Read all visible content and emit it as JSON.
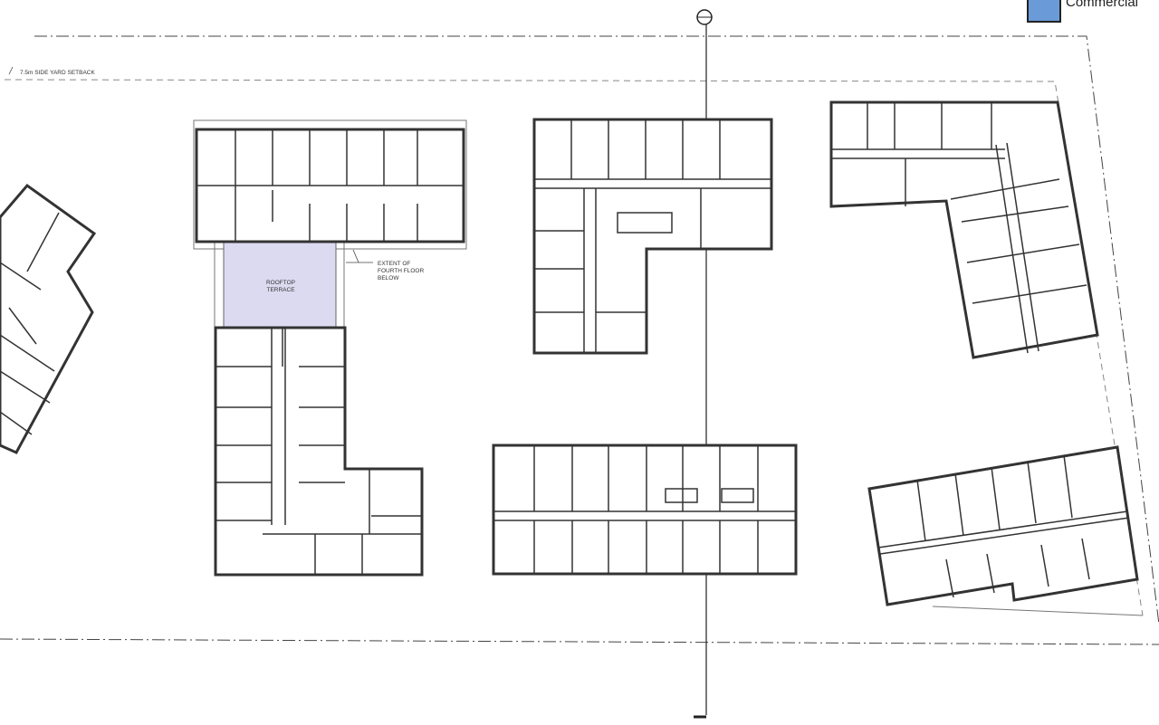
{
  "legend": {
    "items": [
      {
        "label": "Commercial",
        "color": "#6a9bd8"
      }
    ]
  },
  "labels": {
    "setback": "7.5m SIDE YARD SETBACK",
    "terrace": "ROOFTOP TERRACE",
    "extent": "EXTENT OF FOURTH FLOOR BELOW"
  },
  "colors": {
    "terrace": "#dcdaf0",
    "walls": "#333333"
  }
}
